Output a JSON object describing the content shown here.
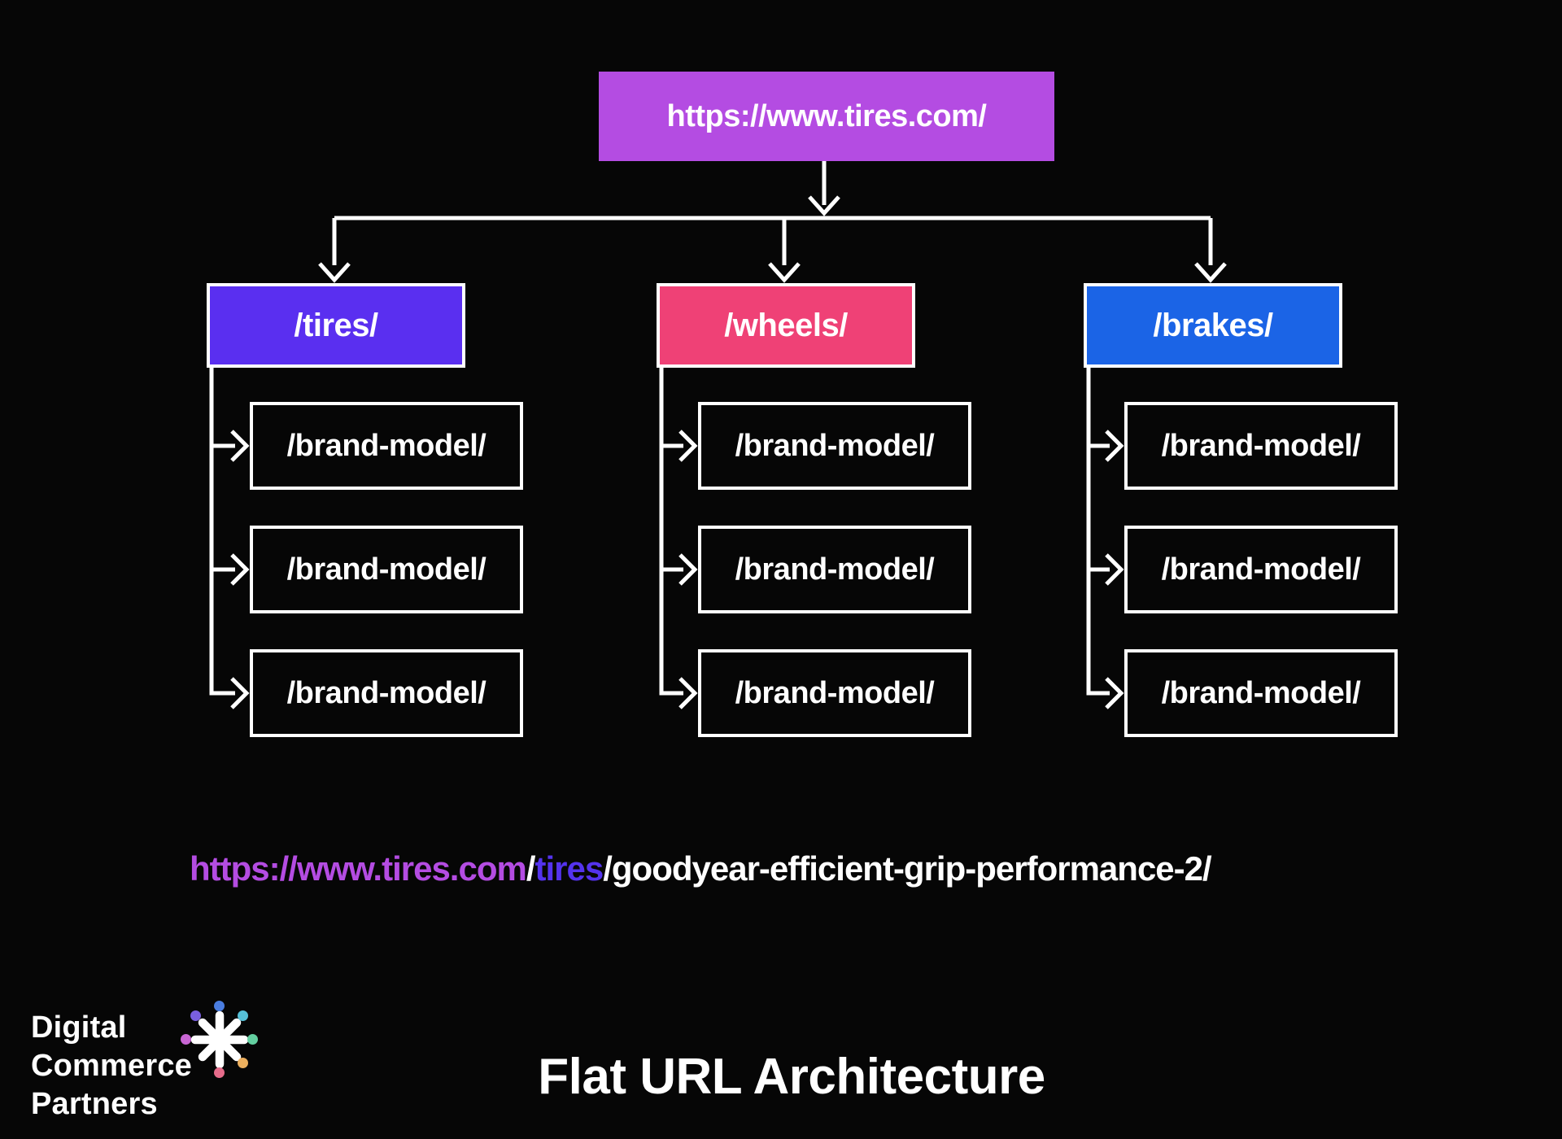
{
  "canvas": {
    "background": "#060606"
  },
  "root_node": {
    "label": "https://www.tires.com/",
    "color": "#b44ce2"
  },
  "columns": [
    {
      "label": "/tires/",
      "color": "#5a2ff0",
      "children": [
        "/brand-model/",
        "/brand-model/",
        "/brand-model/"
      ]
    },
    {
      "label": "/wheels/",
      "color": "#ef4176",
      "children": [
        "/brand-model/",
        "/brand-model/",
        "/brand-model/"
      ]
    },
    {
      "label": "/brakes/",
      "color": "#1b64e6",
      "children": [
        "/brand-model/",
        "/brand-model/",
        "/brand-model/"
      ]
    }
  ],
  "example_url": {
    "segments": [
      {
        "text": "https://www.tires.com",
        "color": "#b44ce2"
      },
      {
        "text": "/",
        "color": "#ffffff"
      },
      {
        "text": "tires",
        "color": "#5433ee"
      },
      {
        "text": "/goodyear-efficient-grip-performance-2/",
        "color": "#ffffff"
      }
    ]
  },
  "title": "Flat URL Architecture",
  "logo": {
    "lines": [
      "Digital",
      "Commerce",
      "Partners"
    ],
    "dot_colors": {
      "top": "#4a7de0",
      "top_right": "#56c0d8",
      "right": "#63cfa0",
      "bottom_right": "#ecaf5e",
      "bottom": "#e66b8a",
      "left": "#c966d4",
      "top_left": "#7a5fe0"
    }
  }
}
